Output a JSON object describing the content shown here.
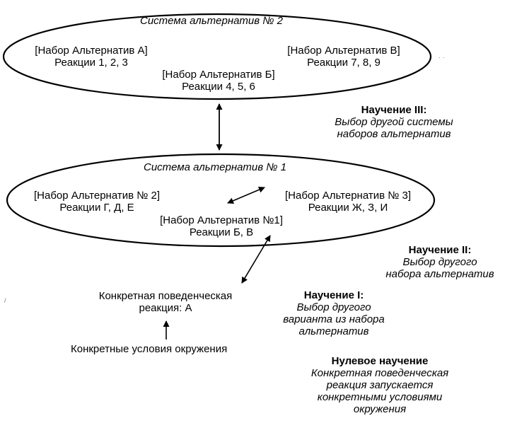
{
  "system2": {
    "title": "Система альтернатив № 2",
    "set_a": {
      "name": "[Набор Альтернатив А]",
      "reactions": "Реакции 1, 2, 3"
    },
    "set_b": {
      "name": "[Набор Альтернатив Б]",
      "reactions": "Реакции 4, 5, 6"
    },
    "set_v": {
      "name": "[Набор Альтернатив В]",
      "reactions": "Реакции 7, 8, 9"
    }
  },
  "system1": {
    "title": "Система альтернатив № 1",
    "set_2": {
      "name": "[Набор Альтернатив № 2]",
      "reactions": "Реакции Г, Д, Е"
    },
    "set_3": {
      "name": "[Набор Альтернатив № 3]",
      "reactions": "Реакции Ж, З, И"
    },
    "set_1": {
      "name": "[Набор Альтернатив №1]",
      "reactions": "Реакции Б, В"
    }
  },
  "behavior": {
    "line1": "Конкретная поведенческая",
    "line2": "реакция: А"
  },
  "conditions": "Конкретные условия окружения",
  "learning3": {
    "title": "Научение III:",
    "lines": [
      "Выбор другой системы",
      "наборов альтернатив"
    ]
  },
  "learning2": {
    "title": "Научение II:",
    "lines": [
      "Выбор другого",
      "набора альтернатив"
    ]
  },
  "learning1": {
    "title": "Научение I:",
    "lines": [
      "Выбор другого",
      "варианта из набора",
      "альтернатив"
    ]
  },
  "learning0": {
    "title": "Нулевое научение",
    "lines": [
      "Конкретная поведенческая",
      "реакция запускается",
      "конкретными условиями",
      "окружения"
    ]
  }
}
